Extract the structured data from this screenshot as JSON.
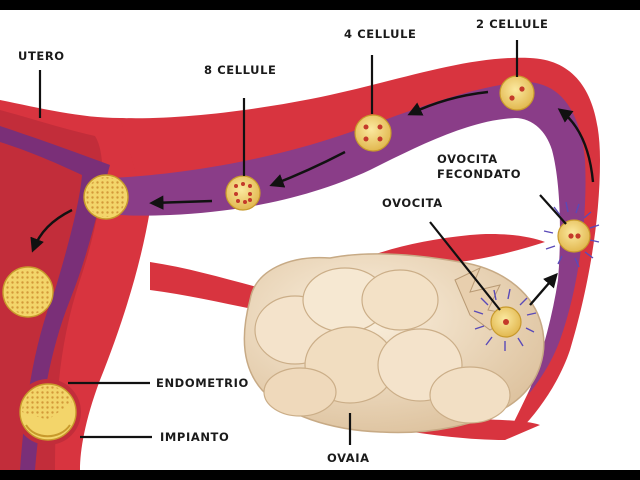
{
  "labels": {
    "utero": "UTERO",
    "cellule_4": "4 CELLULE",
    "cellule_2": "2 CELLULE",
    "cellule_8": "8 CELLULE",
    "ovocita_fecondato_line1": "OVOCITA",
    "ovocita_fecondato_line2": "FECONDATO",
    "ovocita": "OVOCITA",
    "endometrio": "ENDOMETRIO",
    "impianto": "IMPIANTO",
    "ovaia": "OVAIA"
  },
  "colors": {
    "frame": "#000000",
    "background": "#ffffff",
    "tissue": "#d8343f",
    "tissue_dark": "#b52633",
    "tube_lumen": "#8a3d88",
    "lumen_dark": "#6a2a6a",
    "cell": "#f3d56a",
    "cell_edge": "#c89a2c",
    "nucleus": "#c43a2a",
    "ovary": "#efdcc2",
    "ovary_shadow": "#d2b895",
    "arrow": "#111111",
    "sperm": "#5a4ab8"
  }
}
